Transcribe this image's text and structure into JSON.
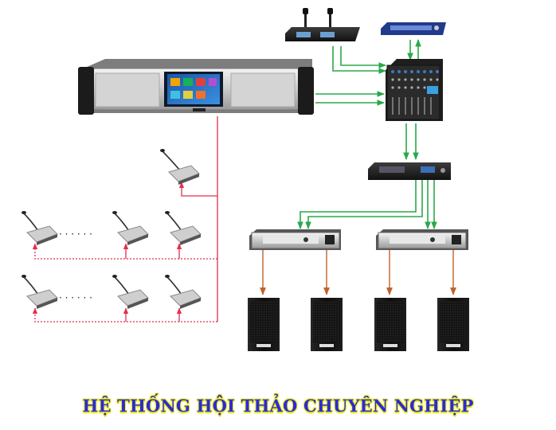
{
  "caption": "HỆ THỐNG HỘI THẢO CHUYÊN NGHIỆP",
  "colors": {
    "audio_line": "#2aa84a",
    "control_line": "#e0304e",
    "speaker_line": "#c0602a",
    "caption_text": "#2b2bd6",
    "caption_outline": "#f2f21a"
  },
  "devices": {
    "central_unit": "conference-central-unit",
    "wireless_receiver": "wireless-microphone-receiver",
    "feedback_suppressor": "feedback-suppressor",
    "mixer": "audio-mixer",
    "processor": "audio-processor",
    "amplifier_count": 2,
    "speaker_count": 4,
    "delegate_mic_count": 7
  },
  "ellipsis": "· · · · · ·"
}
